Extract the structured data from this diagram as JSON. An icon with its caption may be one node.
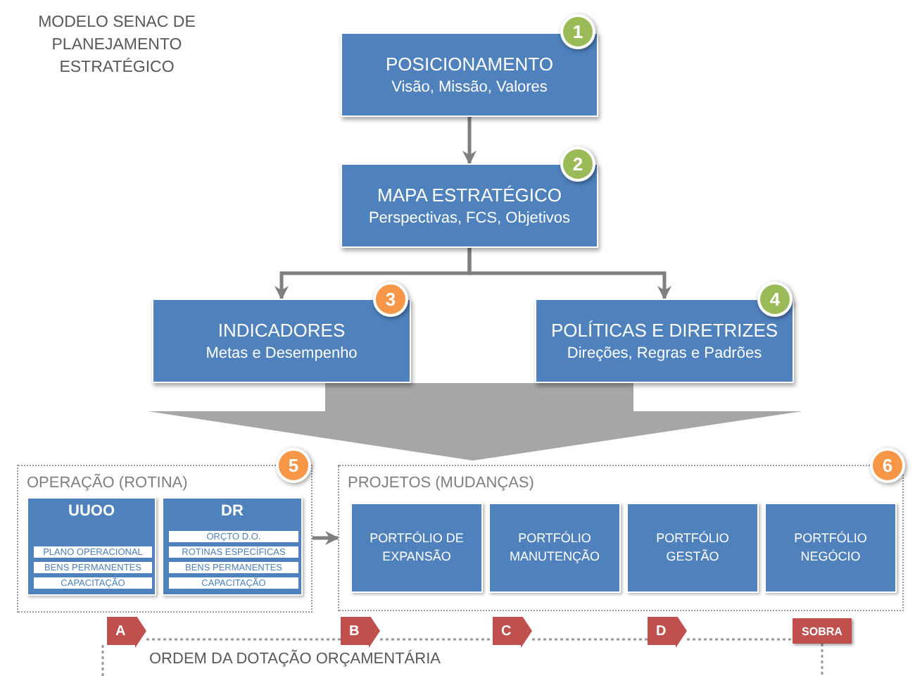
{
  "diagram": {
    "title": "MODELO SENAC DE PLANEJAMENTO ESTRATÉGICO",
    "nodes": [
      {
        "text": [
          "POSICIONAMENTO",
          "Visão, Missão, Valores"
        ]
      },
      {
        "text": [
          "1"
        ]
      },
      {
        "text": [
          "MAPA ESTRATÉGICO",
          "Perspectivas, FCS, Objetivos"
        ]
      },
      {
        "text": [
          "2"
        ]
      },
      {
        "text": [
          "INDICADORES",
          "Metas e Desempenho"
        ]
      },
      {
        "text": [
          "3"
        ]
      },
      {
        "text": [
          "POLÍTICAS E DIRETRIZES",
          "Direções, Regras e Padrões"
        ]
      },
      {
        "text": [
          "4"
        ]
      },
      {
        "text": [
          "OPERAÇÃO (ROTINA)"
        ]
      },
      {
        "text": [
          "5"
        ]
      },
      {
        "text": [
          "UUOO"
        ],
        "in": 8
      },
      {
        "text": [
          "PLANO OPERACIONAL"
        ],
        "in": 10
      },
      {
        "text": [
          "BENS PERMANENTES"
        ],
        "in": 10
      },
      {
        "text": [
          "CAPACITAÇÃO"
        ],
        "in": 10
      },
      {
        "text": [
          "DR"
        ],
        "in": 8
      },
      {
        "text": [
          "ORÇTO D.O."
        ],
        "in": 14
      },
      {
        "text": [
          "ROTINAS ESPECÍFICAS"
        ],
        "in": 14
      },
      {
        "text": [
          "BENS PERMANENTES"
        ],
        "in": 14
      },
      {
        "text": [
          "CAPACITAÇÃO"
        ],
        "in": 14
      },
      {
        "text": [
          "PROJETOS (MUDANÇAS)"
        ]
      },
      {
        "text": [
          "6"
        ]
      },
      {
        "text": [
          "PORTFÓLIO DE EXPANSÃO"
        ],
        "in": 19
      },
      {
        "text": [
          "PORTFÓLIO MANUTENÇÃO"
        ],
        "in": 19
      },
      {
        "text": [
          "PORTFÓLIO GESTÃO"
        ],
        "in": 19
      },
      {
        "text": [
          "PORTFÓLIO NEGÓCIO"
        ],
        "in": 19
      },
      {
        "text": [
          "A"
        ]
      },
      {
        "text": [
          "B"
        ]
      },
      {
        "text": [
          "C"
        ]
      },
      {
        "text": [
          "D"
        ]
      },
      {
        "text": [
          "SOBRA"
        ]
      }
    ],
    "edges": [
      {
        "from": 0,
        "to": 2,
        "arrow": "to"
      },
      {
        "from": 2,
        "to": 4,
        "arrow": "to"
      },
      {
        "from": 2,
        "to": 6,
        "arrow": "to"
      },
      {
        "from": 8,
        "to": 19,
        "arrow": "to"
      },
      {
        "from": 25,
        "to": 26,
        "arrow": "none",
        "style": "dashed"
      },
      {
        "from": 26,
        "to": 27,
        "arrow": "none",
        "style": "dashed"
      },
      {
        "from": 27,
        "to": 28,
        "arrow": "none",
        "style": "dashed"
      },
      {
        "from": 28,
        "to": 29,
        "arrow": "none",
        "style": "dashed"
      },
      {
        "from": 25,
        "to": null,
        "arrow": "none",
        "style": "dashed"
      },
      {
        "from": 29,
        "to": null,
        "arrow": "none",
        "style": "dashed"
      },
      {
        "from": 4,
        "to": 19,
        "arrow": "to",
        "style": "thick"
      },
      {
        "from": 6,
        "to": 19,
        "arrow": "to",
        "style": "thick"
      }
    ],
    "labels": [
      "ORDEM DA DOTAÇÃO ORÇAMENTÁRIA"
    ]
  }
}
